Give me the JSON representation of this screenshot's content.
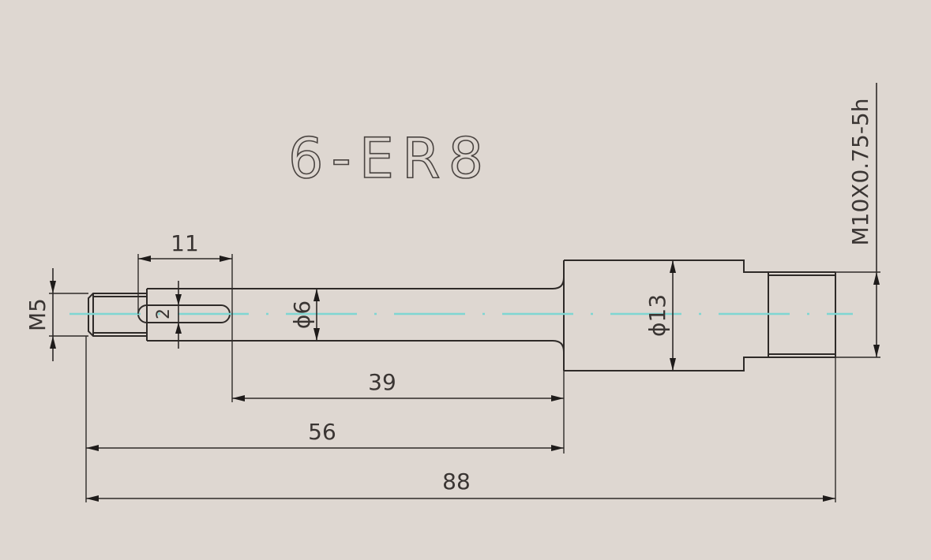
{
  "drawing": {
    "title": "6-ER8",
    "background_color": "#ded7d1",
    "line_color": "#2e2a28",
    "centerline_color": "#7fd6d2"
  },
  "dimensions": {
    "thread_left": "M5",
    "slot_length": "11",
    "slot_width": "2",
    "shaft_diameter": "ϕ6",
    "body_diameter": "ϕ13",
    "thread_right": "M10X0.75-5h",
    "shaft_length": "39",
    "length_to_body": "56",
    "overall_length": "88"
  }
}
